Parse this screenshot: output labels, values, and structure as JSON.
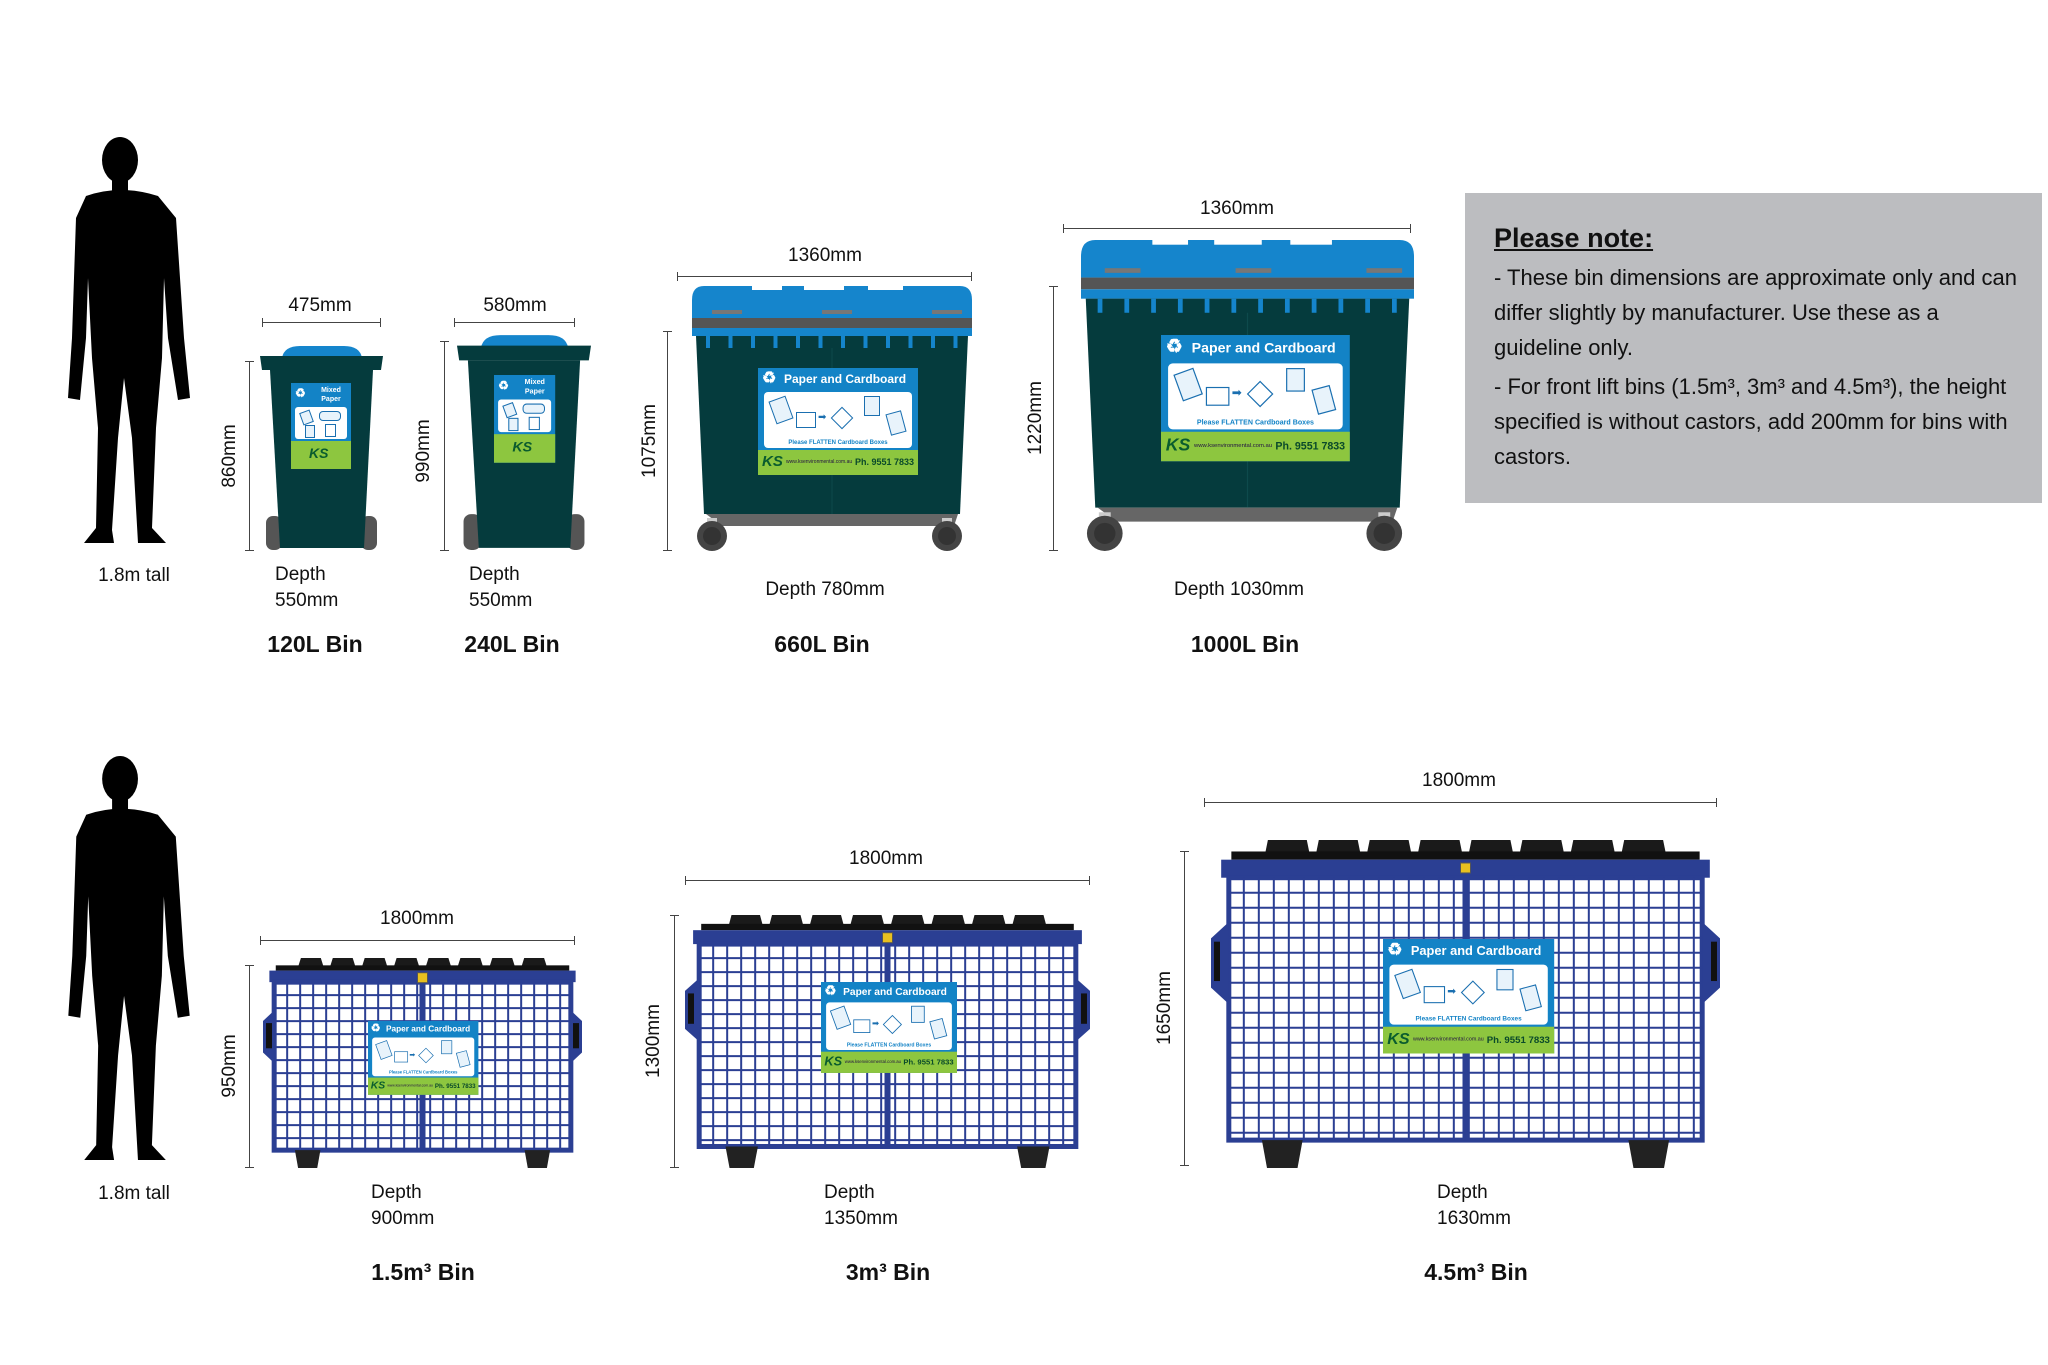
{
  "people": [
    {
      "label": "1.8m tall"
    },
    {
      "label": "1.8m tall"
    }
  ],
  "wheelie_bins": [
    {
      "title": "120L Bin",
      "width": "475mm",
      "height": "860mm",
      "depth_line1": "Depth",
      "depth_line2": "550mm",
      "sticker": "mixed"
    },
    {
      "title": "240L Bin",
      "width": "580mm",
      "height": "990mm",
      "depth_line1": "Depth",
      "depth_line2": "550mm",
      "sticker": "mixed"
    },
    {
      "title": "660L Bin",
      "width": "1360mm",
      "height": "1075mm",
      "depth_line1": "Depth 780mm",
      "sticker": "paper"
    },
    {
      "title": "1000L Bin",
      "width": "1360mm",
      "height": "1220mm",
      "depth_line1": "Depth 1030mm",
      "sticker": "paper"
    }
  ],
  "front_lift_bins": [
    {
      "title": "1.5m³ Bin",
      "width": "1800mm",
      "height": "950mm",
      "depth_line1": "Depth",
      "depth_line2": "900mm"
    },
    {
      "title": "3m³ Bin",
      "width": "1800mm",
      "height": "1300mm",
      "depth_line1": "Depth",
      "depth_line2": "1350mm"
    },
    {
      "title": "4.5m³ Bin",
      "width": "1800mm",
      "height": "1650mm",
      "depth_line1": "Depth",
      "depth_line2": "1630mm"
    }
  ],
  "sticker": {
    "title": "Paper and Cardboard",
    "instruction": "Please FLATTEN Cardboard Boxes",
    "url": "www.ksenvironmental.com.au",
    "phone": "Ph. 9551 7833",
    "logo": "KS",
    "mixed_title": "Mixed Paper",
    "icon": "recycle-icon"
  },
  "note": {
    "heading": "Please note:",
    "points": [
      "- These bin dimensions are approximate only and can differ slightly by manufacturer. Use these as a guideline only.",
      "- For front lift bins (1.5m³, 3m³ and 4.5m³), the height specified is without castors, add 200mm for bins with castors."
    ]
  },
  "colors": {
    "lid_blue": "#1585cc",
    "bin_body": "#053b3d",
    "frame_blue": "#2b3f93",
    "sticker_blue": "#1383c6",
    "sticker_green": "#8dc63f",
    "note_bg": "#bcbdc0"
  }
}
